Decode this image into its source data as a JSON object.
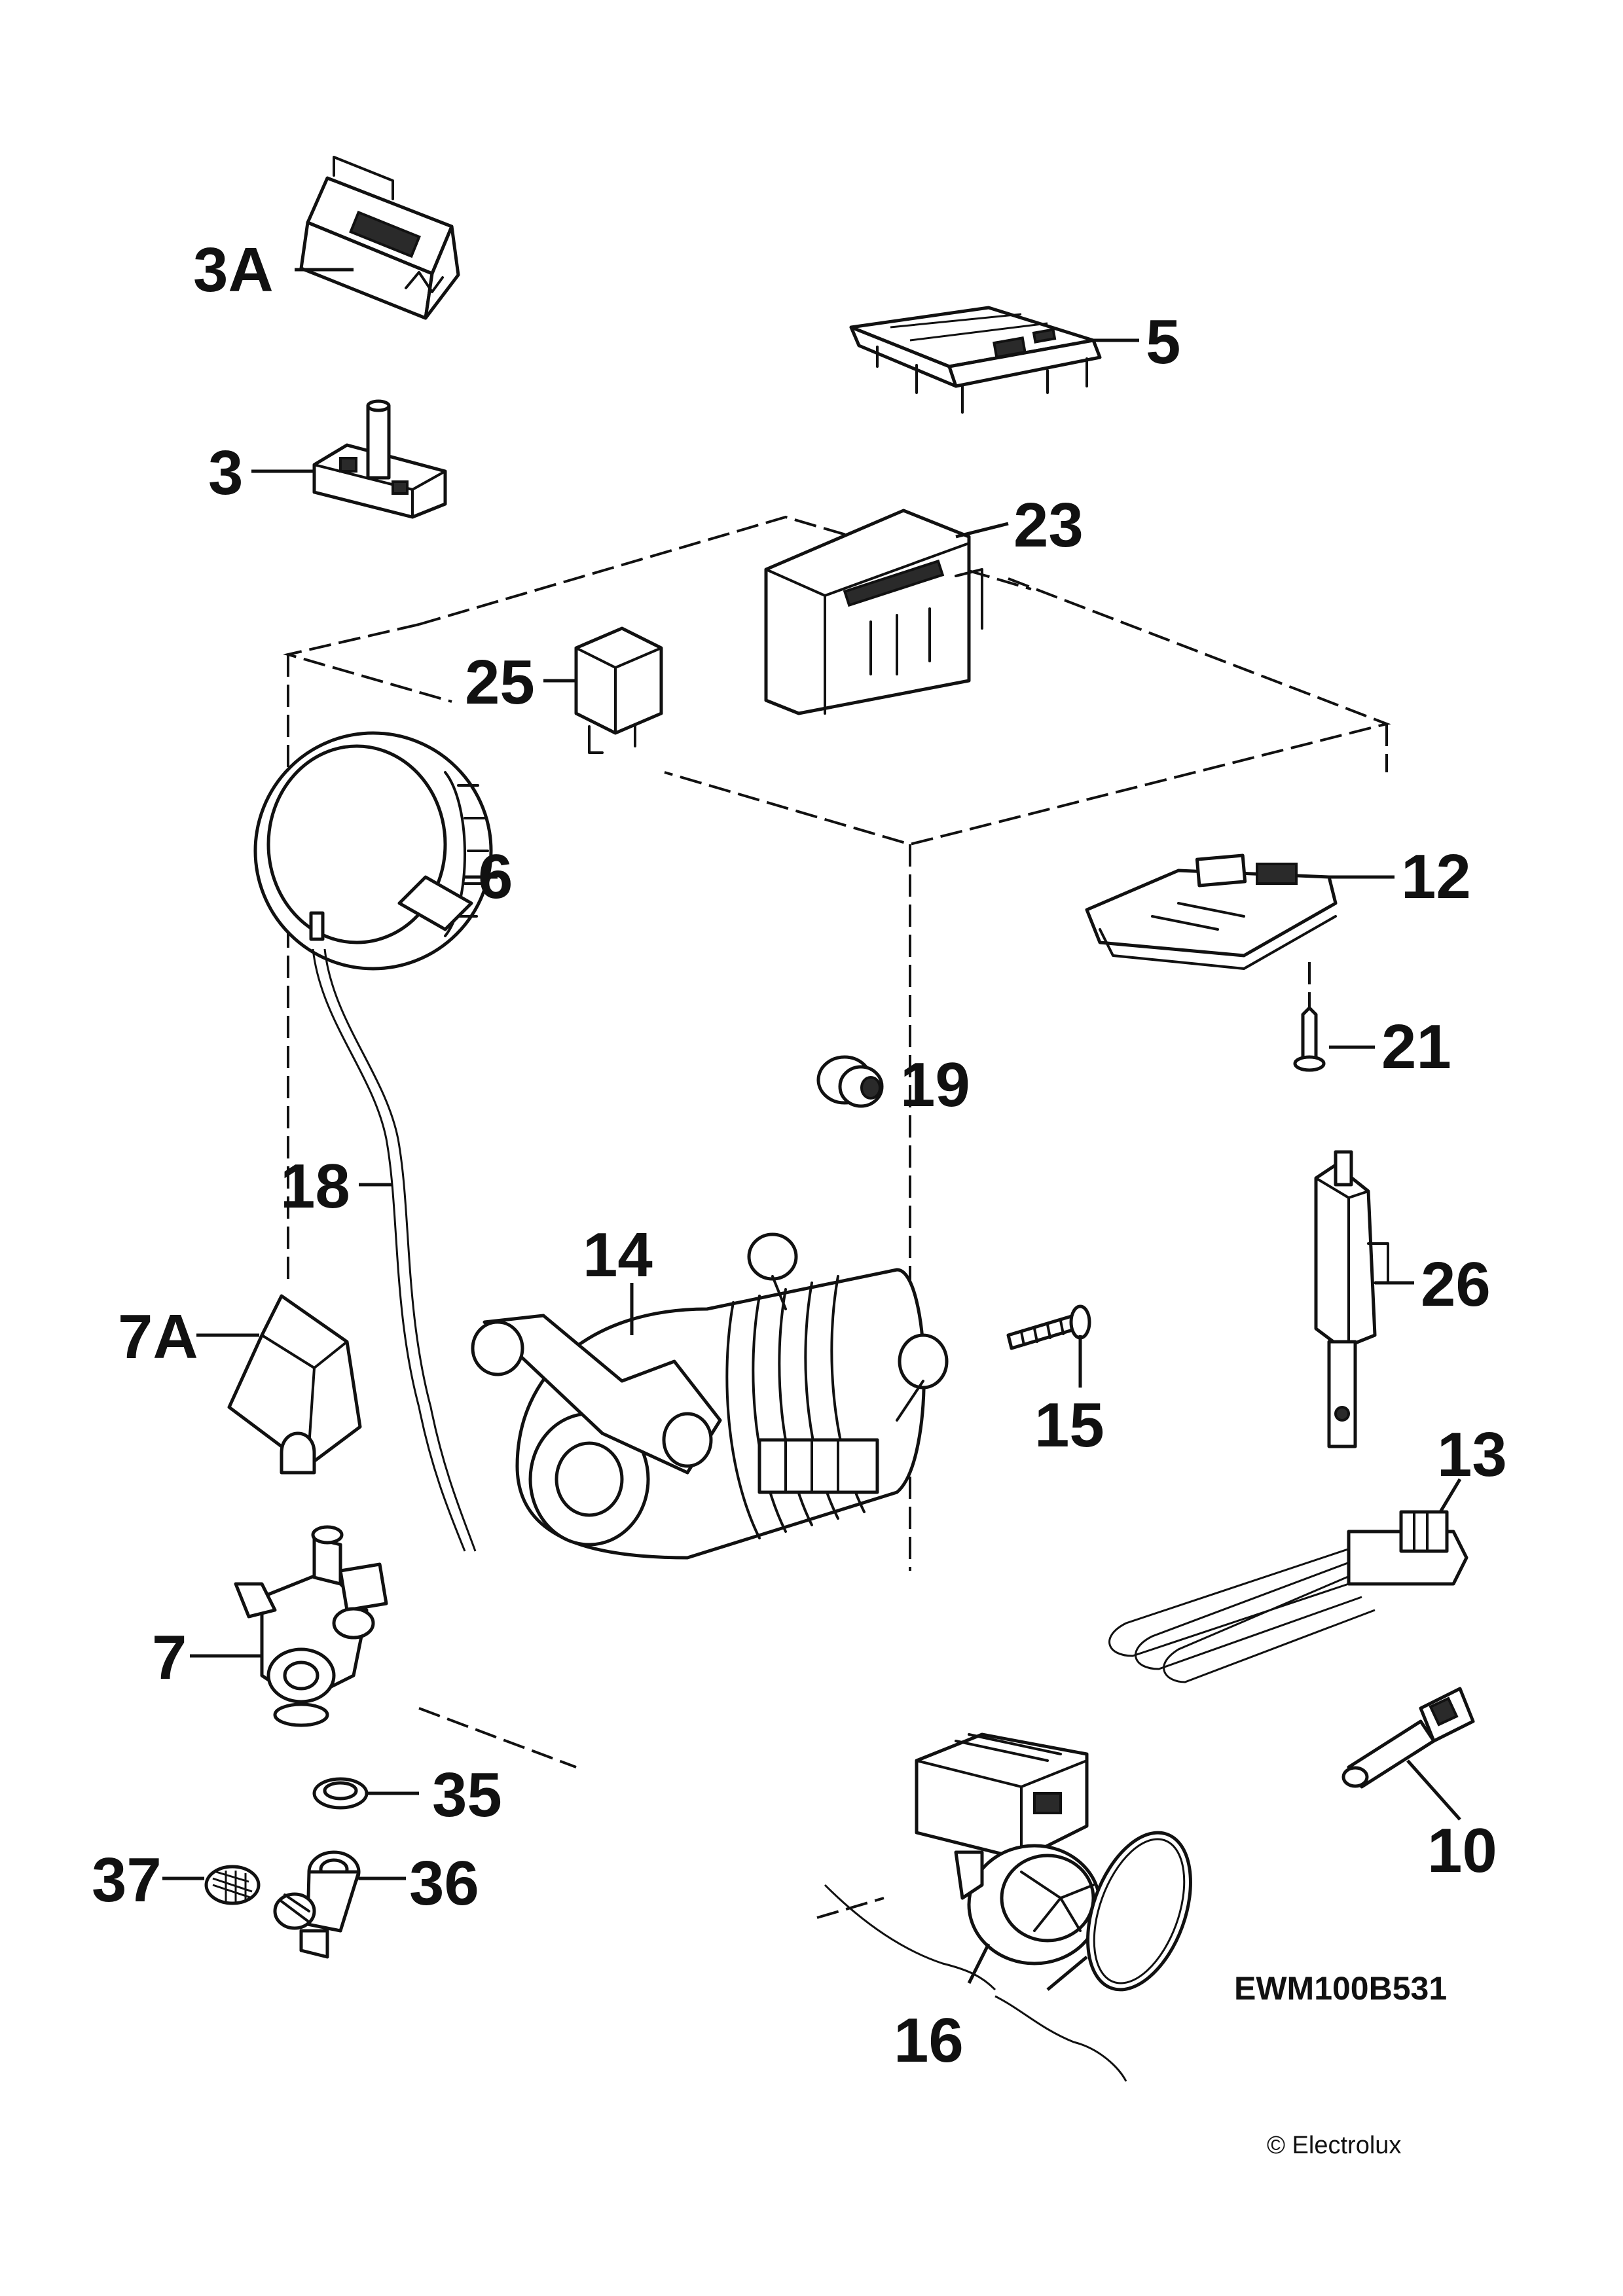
{
  "diagram": {
    "model_code": "EWM100B531",
    "copyright": "© Electrolux",
    "parts": [
      {
        "key": "p3a",
        "label": "3A"
      },
      {
        "key": "p3",
        "label": "3"
      },
      {
        "key": "p5",
        "label": "5"
      },
      {
        "key": "p23",
        "label": "23"
      },
      {
        "key": "p25",
        "label": "25"
      },
      {
        "key": "p6",
        "label": "6"
      },
      {
        "key": "p12",
        "label": "12"
      },
      {
        "key": "p21",
        "label": "21"
      },
      {
        "key": "p19",
        "label": "19"
      },
      {
        "key": "p18",
        "label": "18"
      },
      {
        "key": "p14",
        "label": "14"
      },
      {
        "key": "p26",
        "label": "26"
      },
      {
        "key": "p7a",
        "label": "7A"
      },
      {
        "key": "p15",
        "label": "15"
      },
      {
        "key": "p13",
        "label": "13"
      },
      {
        "key": "p7",
        "label": "7"
      },
      {
        "key": "p10",
        "label": "10"
      },
      {
        "key": "p35",
        "label": "35"
      },
      {
        "key": "p37",
        "label": "37"
      },
      {
        "key": "p36",
        "label": "36"
      },
      {
        "key": "p16",
        "label": "16"
      }
    ]
  }
}
